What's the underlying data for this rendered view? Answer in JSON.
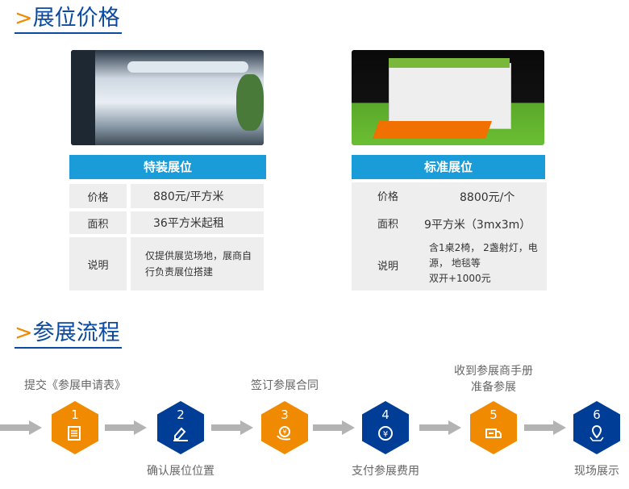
{
  "sections": {
    "booth": {
      "prefix": ">",
      "title": "展位价格"
    },
    "process": {
      "prefix": ">",
      "title": "参展流程"
    }
  },
  "cards": [
    {
      "title": "特装展位",
      "rows": [
        {
          "label": "价格",
          "value": "880元/平方米"
        },
        {
          "label": "面积",
          "value": "36平方米起租"
        },
        {
          "label": "说明",
          "value": "仅提供展览场地，展商自行负责展位搭建"
        }
      ]
    },
    {
      "title": "标准展位",
      "rows": [
        {
          "label": "价格",
          "value": "8800元/个"
        },
        {
          "label": "面积",
          "value": "9平方米（3mx3m）"
        },
        {
          "label": "说明",
          "value": "含1桌2椅， 2盏射灯，电源， 地毯等\n双开+1000元"
        }
      ]
    }
  ],
  "steps": [
    {
      "num": "1",
      "label": "提交《参展申请表》",
      "icon": "document-icon",
      "color": "#f08a00"
    },
    {
      "num": "2",
      "label": "确认展位位置",
      "icon": "edit-icon",
      "color": "#003d96"
    },
    {
      "num": "3",
      "label": "签订参展合同",
      "icon": "money-hand-icon",
      "color": "#f08a00"
    },
    {
      "num": "4",
      "label": "支付参展费用",
      "icon": "yen-icon",
      "color": "#003d96"
    },
    {
      "num": "5",
      "label": "收到参展商手册\n准备参展",
      "icon": "truck-icon",
      "color": "#f08a00"
    },
    {
      "num": "6",
      "label": "现场展示",
      "icon": "map-pin-icon",
      "color": "#003d96"
    }
  ]
}
